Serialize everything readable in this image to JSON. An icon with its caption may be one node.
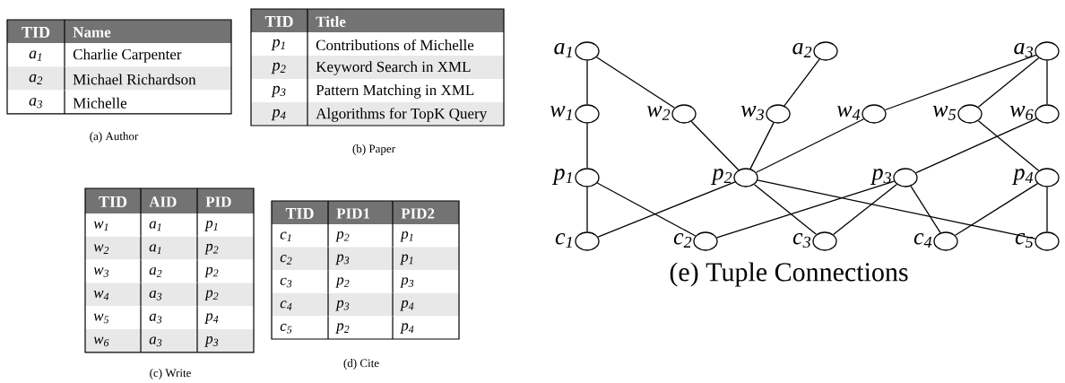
{
  "diagram": {
    "caption": "(e) Tuple Connections",
    "nodes": [
      {
        "text": [],
        "shape": "circle",
        "beside": [
          "a$_{1}$"
        ]
      },
      {
        "text": [],
        "shape": "circle",
        "beside": [
          "a$_{2}$"
        ]
      },
      {
        "text": [],
        "shape": "circle",
        "beside": [
          "a$_{3}$"
        ]
      },
      {
        "text": [],
        "shape": "circle",
        "beside": [
          "w$_{1}$"
        ]
      },
      {
        "text": [],
        "shape": "circle",
        "beside": [
          "w$_{2}$"
        ]
      },
      {
        "text": [],
        "shape": "circle",
        "beside": [
          "w$_{3}$"
        ]
      },
      {
        "text": [],
        "shape": "circle",
        "beside": [
          "w$_{4}$"
        ]
      },
      {
        "text": [],
        "shape": "circle",
        "beside": [
          "w$_{5}$"
        ]
      },
      {
        "text": [],
        "shape": "circle",
        "beside": [
          "w$_{6}$"
        ]
      },
      {
        "text": [],
        "shape": "circle",
        "beside": [
          "p$_{1}$"
        ]
      },
      {
        "text": [],
        "shape": "circle",
        "beside": [
          "p$_{2}$"
        ]
      },
      {
        "text": [],
        "shape": "circle",
        "beside": [
          "p$_{3}$"
        ]
      },
      {
        "text": [],
        "shape": "circle",
        "beside": [
          "p$_{4}$"
        ]
      },
      {
        "text": [],
        "shape": "circle",
        "beside": [
          "c$_{1}$"
        ]
      },
      {
        "text": [],
        "shape": "circle",
        "beside": [
          "c$_{2}$"
        ]
      },
      {
        "text": [],
        "shape": "circle",
        "beside": [
          "c$_{3}$"
        ]
      },
      {
        "text": [],
        "shape": "circle",
        "beside": [
          "c$_{4}$"
        ]
      },
      {
        "text": [],
        "shape": "circle",
        "beside": [
          "c$_{5}$"
        ]
      }
    ],
    "edges": [
      {
        "from": 0,
        "to": 3,
        "arrow": "none"
      },
      {
        "from": 0,
        "to": 4,
        "arrow": "none"
      },
      {
        "from": 1,
        "to": 5,
        "arrow": "none"
      },
      {
        "from": 2,
        "to": 6,
        "arrow": "none"
      },
      {
        "from": 2,
        "to": 7,
        "arrow": "none"
      },
      {
        "from": 2,
        "to": 8,
        "arrow": "none"
      },
      {
        "from": 3,
        "to": 9,
        "arrow": "none"
      },
      {
        "from": 4,
        "to": 10,
        "arrow": "none"
      },
      {
        "from": 5,
        "to": 10,
        "arrow": "none"
      },
      {
        "from": 6,
        "to": 10,
        "arrow": "none"
      },
      {
        "from": 7,
        "to": 12,
        "arrow": "none"
      },
      {
        "from": 8,
        "to": 11,
        "arrow": "none"
      },
      {
        "from": 9,
        "to": 13,
        "arrow": "none"
      },
      {
        "from": 9,
        "to": 14,
        "arrow": "none"
      },
      {
        "from": 10,
        "to": 13,
        "arrow": "none"
      },
      {
        "from": 10,
        "to": 15,
        "arrow": "none"
      },
      {
        "from": 10,
        "to": 17,
        "arrow": "none"
      },
      {
        "from": 11,
        "to": 14,
        "arrow": "none"
      },
      {
        "from": 11,
        "to": 15,
        "arrow": "none"
      },
      {
        "from": 11,
        "to": 16,
        "arrow": "none"
      },
      {
        "from": 12,
        "to": 16,
        "arrow": "none"
      },
      {
        "from": 12,
        "to": 17,
        "arrow": "none"
      }
    ],
    "labels": [
      "TID",
      "Name",
      "a$_{1}$",
      "Charlie Carpenter",
      "a$_{2}$",
      "Michael Richardson",
      "a$_{3}$",
      "Michelle",
      "(a) Author",
      "TID",
      "Title",
      "p$_{1}$",
      "Contributions of Michelle",
      "p$_{2}$",
      "Keyword Search in XML",
      "p$_{3}$",
      "Pattern Matching in XML",
      "p$_{4}$",
      "Algorithms for TopK Query",
      "(b) Paper",
      "TID",
      "AID",
      "PID",
      "w$_{1}$",
      "a$_{1}$",
      "p$_{1}$",
      "w$_{2}$",
      "a$_{1}$",
      "p$_{2}$",
      "w$_{3}$",
      "a$_{2}$",
      "p$_{2}$",
      "w$_{4}$",
      "a$_{3}$",
      "p$_{2}$",
      "w$_{5}$",
      "a$_{3}$",
      "p$_{4}$",
      "w$_{6}$",
      "a$_{3}$",
      "p$_{3}$",
      "(c) Write",
      "TID",
      "PID1",
      "PID2",
      "c$_{1}$",
      "p$_{2}$",
      "p$_{1}$",
      "c$_{2}$",
      "p$_{3}$",
      "p$_{1}$",
      "c$_{3}$",
      "p$_{2}$",
      "p$_{3}$",
      "c$_{4}$",
      "p$_{3}$",
      "p$_{4}$",
      "c$_{5}$",
      "p$_{2}$",
      "p$_{4}$",
      "(d) Cite"
    ]
  }
}
